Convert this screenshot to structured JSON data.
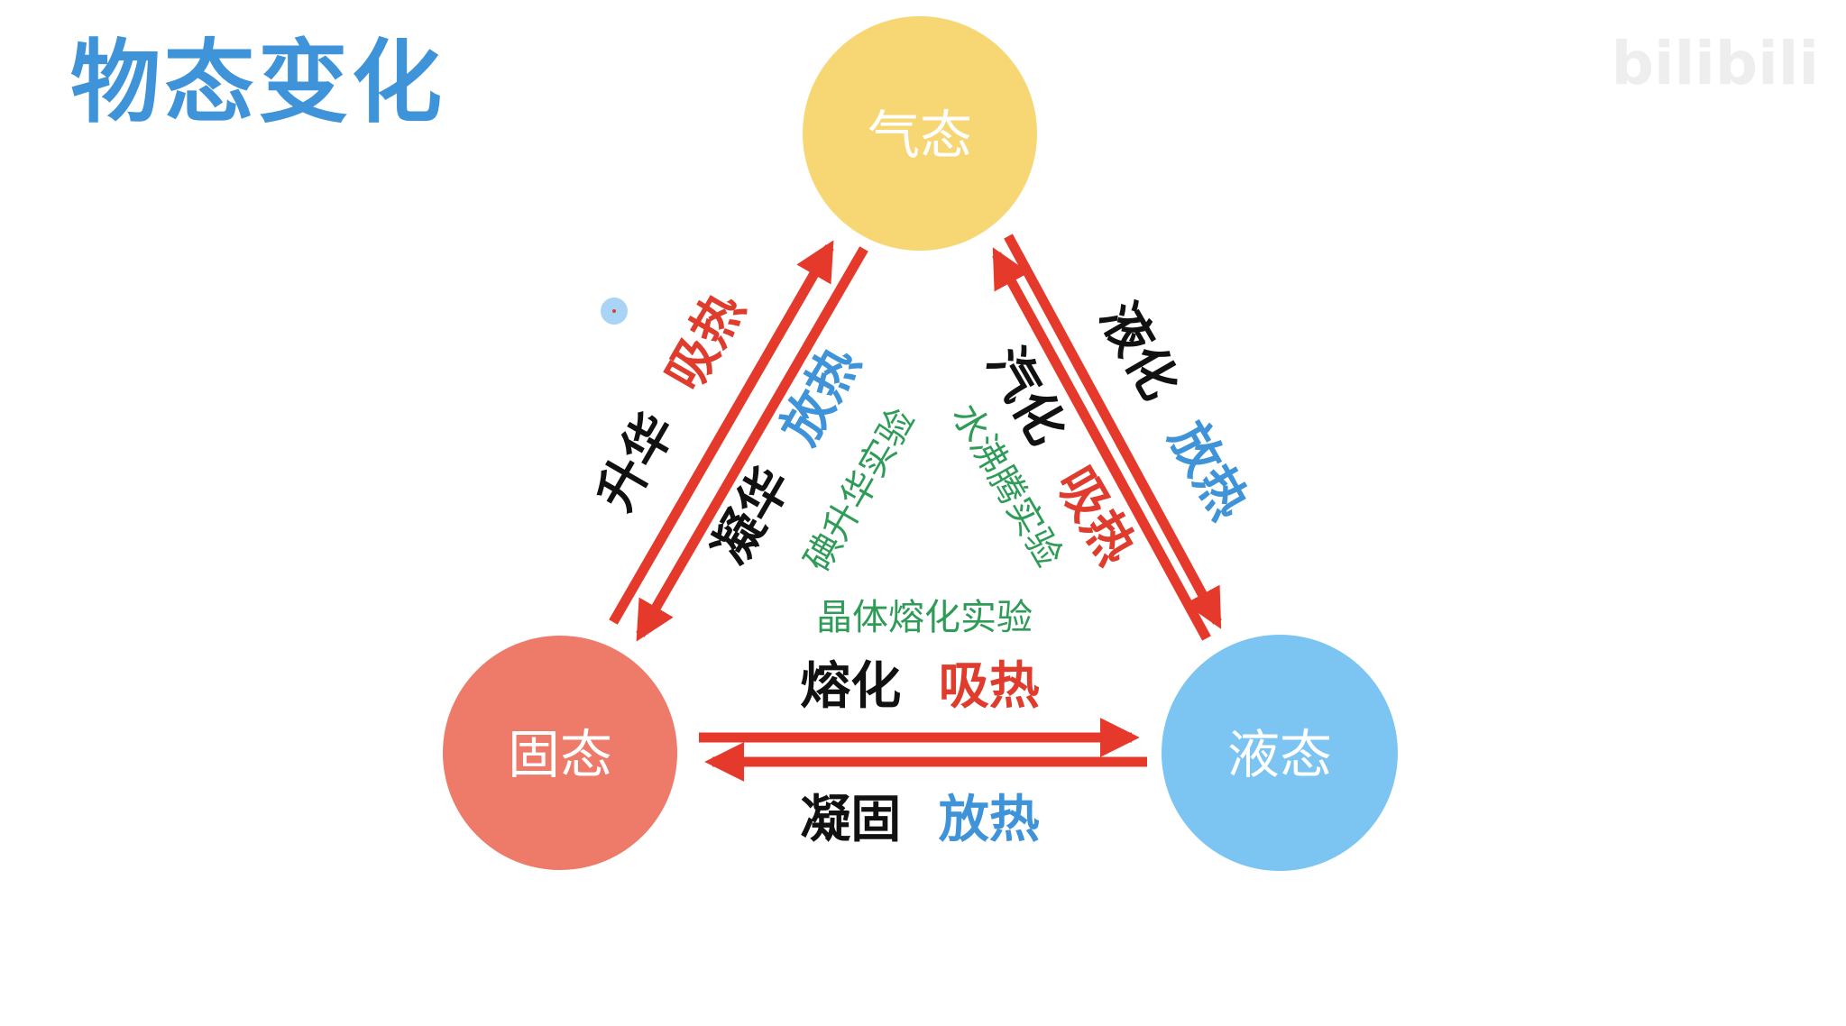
{
  "title": "物态变化",
  "watermark": "bilibili",
  "colors": {
    "title": "#3f93d8",
    "gas": "#f7d674",
    "solid": "#ee7a6a",
    "liquid": "#7cc4f2",
    "arrow": "#e53a2b",
    "absorb_heat": "#e03c2e",
    "release_heat": "#3f93d8",
    "experiment": "#2e9c57",
    "process": "#111111"
  },
  "states": {
    "gas": "气态",
    "solid": "固态",
    "liquid": "液态"
  },
  "transitions": {
    "sublimation": {
      "name": "升华",
      "heat": "吸热"
    },
    "deposition": {
      "name": "凝华",
      "heat": "放热"
    },
    "liquefaction": {
      "name": "液化",
      "heat": "放热"
    },
    "vaporization": {
      "name": "汽化",
      "heat": "吸热"
    },
    "melting": {
      "name": "熔化",
      "heat": "吸热"
    },
    "solidification": {
      "name": "凝固",
      "heat": "放热"
    }
  },
  "experiments": {
    "iodine": "碘升华实验",
    "boiling": "水沸腾实验",
    "crystal": "晶体熔化实验"
  }
}
